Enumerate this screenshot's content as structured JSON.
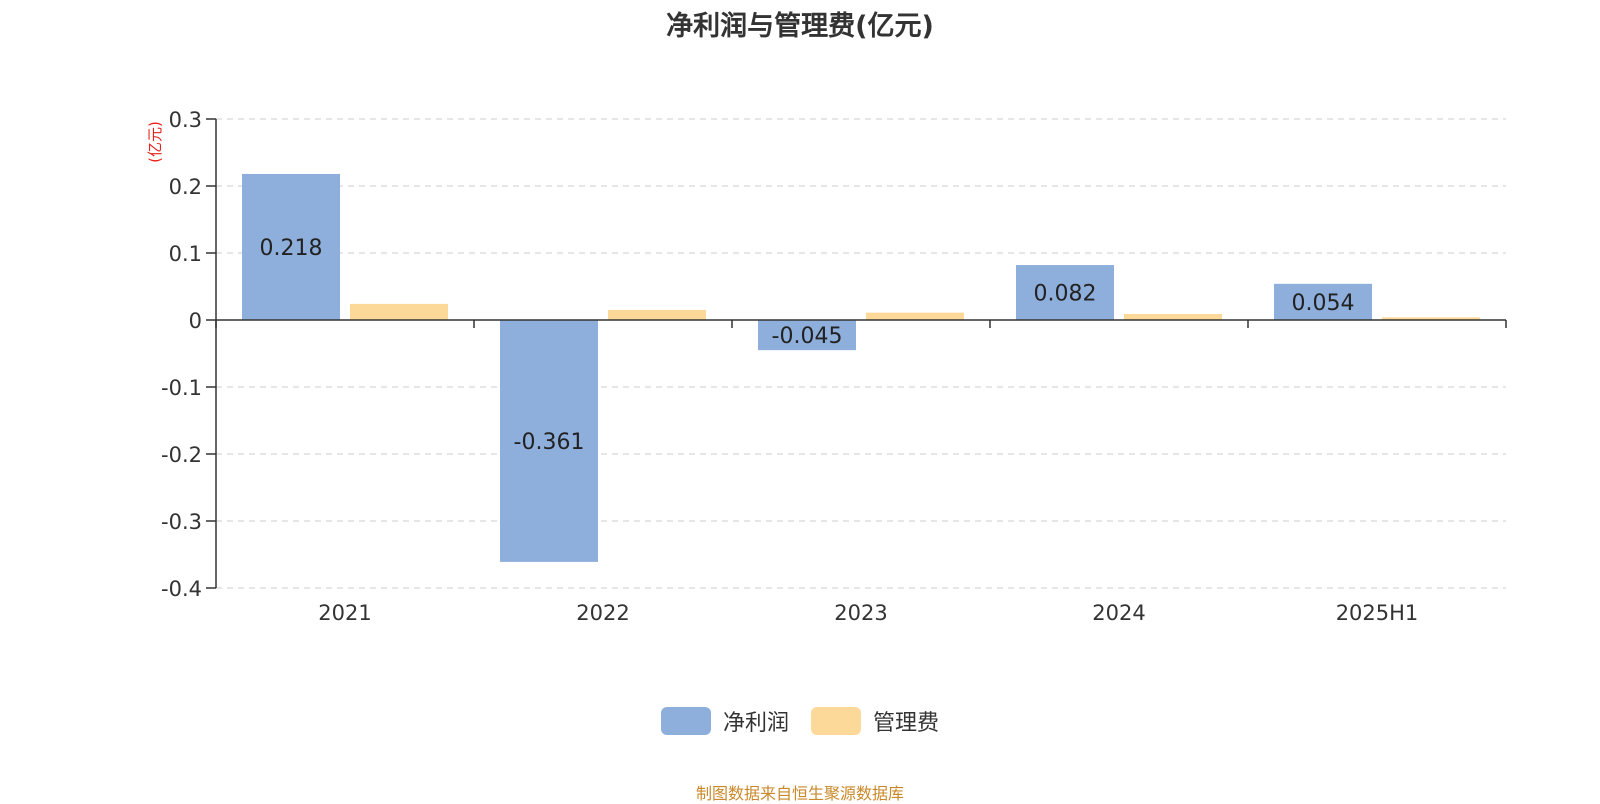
{
  "chart_data": {
    "type": "bar",
    "title": "净利润与管理费(亿元)",
    "ylabel": "(亿元)",
    "xlabel": "",
    "categories": [
      "2021",
      "2022",
      "2023",
      "2024",
      "2025H1"
    ],
    "series": [
      {
        "name": "净利润",
        "values": [
          0.218,
          -0.361,
          -0.045,
          0.082,
          0.054
        ],
        "color": "#8eaedb",
        "labels": [
          "0.218",
          "-0.361",
          "-0.045",
          "0.082",
          "0.054"
        ]
      },
      {
        "name": "管理费",
        "values": [
          0.024,
          0.015,
          0.011,
          0.009,
          0.004
        ],
        "color": "#fcd899"
      }
    ],
    "ylim": [
      -0.4,
      0.3
    ],
    "yticks": [
      0.3,
      0.2,
      0.1,
      0,
      -0.1,
      -0.2,
      -0.3,
      -0.4
    ],
    "ytick_labels": [
      "0.3",
      "0.2",
      "0.1",
      "0",
      "-0.1",
      "-0.2",
      "-0.3",
      "-0.4"
    ],
    "grid": true,
    "legend_position": "bottom-center",
    "ylabel_color": "#e8221b"
  },
  "source_note": "制图数据来自恒生聚源数据库"
}
